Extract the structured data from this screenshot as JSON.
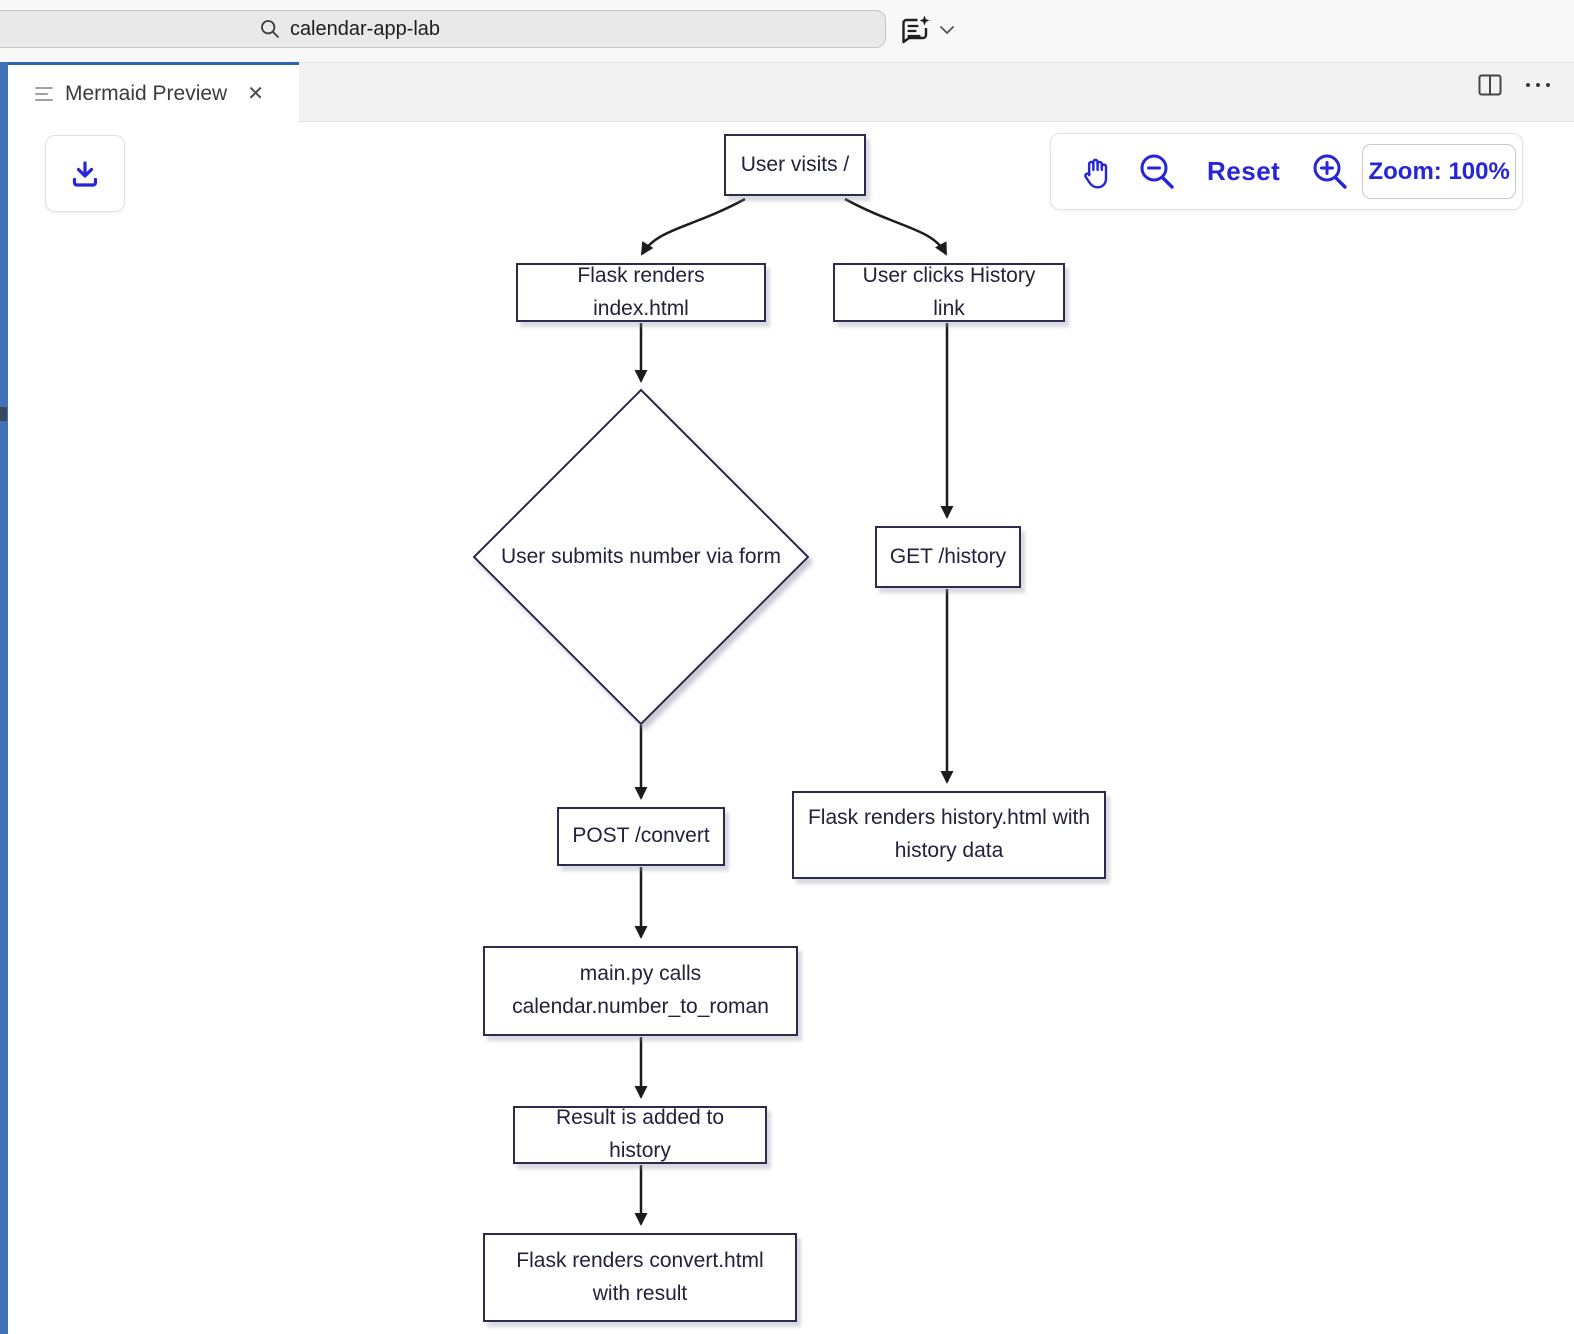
{
  "topbar": {
    "search_value": "calendar-app-lab"
  },
  "tab": {
    "title": "Mermaid Preview",
    "close_glyph": "✕"
  },
  "preview_toolbar": {
    "reset_label": "Reset",
    "zoom_level_label": "Zoom: 100%"
  },
  "colors": {
    "accent_blue": "#2626d8",
    "tab_accent": "#2e63ae",
    "left_stripe": "#4173b6",
    "node_border": "#2b2b4e",
    "node_text": "#22223c",
    "arrow": "#1c1c1c"
  },
  "diagram": {
    "nodes": [
      {
        "id": "A",
        "shape": "rect",
        "label": "User visits /"
      },
      {
        "id": "B",
        "shape": "rect",
        "label": "Flask renders index.html"
      },
      {
        "id": "C",
        "shape": "rect",
        "label": "User clicks History link"
      },
      {
        "id": "D",
        "shape": "diamond",
        "label": "User submits number via form"
      },
      {
        "id": "E",
        "shape": "rect",
        "label": "GET /history"
      },
      {
        "id": "F",
        "shape": "rect",
        "label": "POST /convert"
      },
      {
        "id": "G",
        "shape": "rect",
        "label": "Flask renders history.html with history data"
      },
      {
        "id": "H",
        "shape": "rect",
        "label": "main.py calls calendar.number_to_roman"
      },
      {
        "id": "I",
        "shape": "rect",
        "label": "Result is added to history"
      },
      {
        "id": "J",
        "shape": "rect",
        "label": "Flask renders convert.html with result"
      }
    ],
    "edges": [
      {
        "from": "A",
        "to": "B"
      },
      {
        "from": "A",
        "to": "C"
      },
      {
        "from": "B",
        "to": "D"
      },
      {
        "from": "D",
        "to": "F"
      },
      {
        "from": "C",
        "to": "E"
      },
      {
        "from": "E",
        "to": "G"
      },
      {
        "from": "F",
        "to": "H"
      },
      {
        "from": "H",
        "to": "I"
      },
      {
        "from": "I",
        "to": "J"
      }
    ]
  }
}
